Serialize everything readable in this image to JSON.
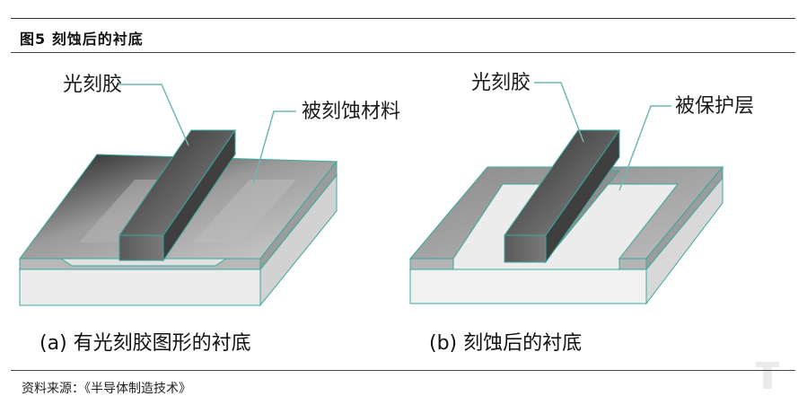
{
  "header": {
    "figure_title": "图5  刻蚀后的衬底"
  },
  "panel_a": {
    "label_photoresist": "光刻胶",
    "label_etched_material": "被刻蚀材料",
    "caption": "(a) 有光刻胶图形的衬底"
  },
  "panel_b": {
    "label_photoresist": "光刻胶",
    "label_protected_layer": "被保护层",
    "caption": "(b) 刻蚀后的衬底"
  },
  "footer": {
    "source": "资料来源：《半导体制造技术》"
  },
  "colors": {
    "outline": "#3aa7a0",
    "substrate": "#e6e6e6",
    "layer_gray": "#a9a9a9",
    "resist_dark": "#4a4a4a",
    "leader": "#6fb8b3"
  }
}
